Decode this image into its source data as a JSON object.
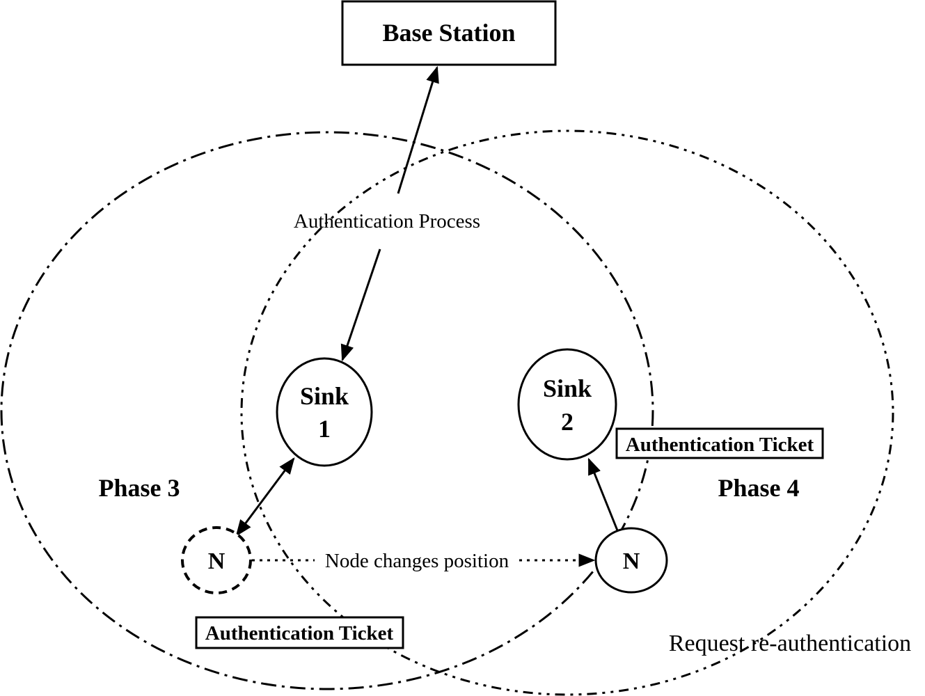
{
  "diagram": {
    "base_station": {
      "label": "Base Station"
    },
    "sink1": {
      "line1": "Sink",
      "line2": "1"
    },
    "sink2": {
      "line1": "Sink",
      "line2": "2"
    },
    "node_old": {
      "label": "N"
    },
    "node_new": {
      "label": "N"
    },
    "authentication_process_label": "Authentication Process",
    "node_changes_position_label": "Node changes position",
    "ticket_phase3_label": "Authentication Ticket",
    "ticket_phase4_label": "Authentication Ticket",
    "phase3_label": "Phase 3",
    "phase4_label": "Phase 4",
    "request_reauth_label": "Request re-authentication",
    "colors": {
      "line": "#000000",
      "background": "#ffffff"
    }
  }
}
